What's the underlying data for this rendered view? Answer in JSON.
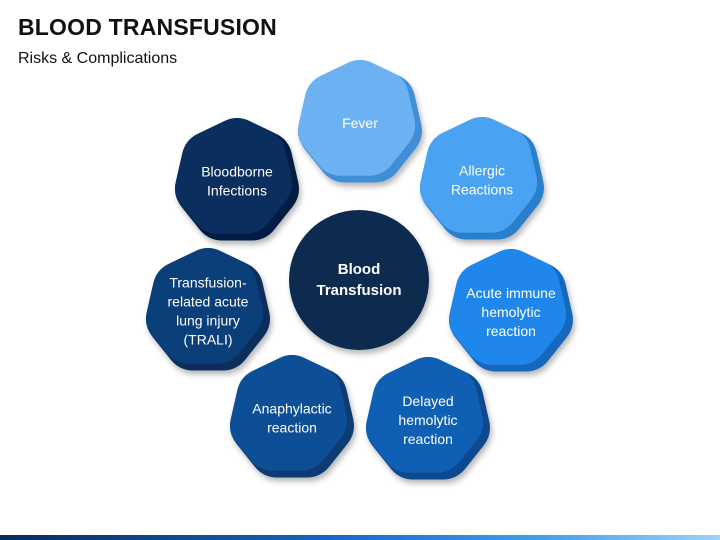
{
  "header": {
    "title": "BLOOD TRANSFUSION",
    "subtitle": "Risks & Complications"
  },
  "center": {
    "lines": [
      "Blood",
      "Transfusion"
    ],
    "color": "#0a2a50"
  },
  "nodes": [
    {
      "id": "fever",
      "lines": [
        "Fever"
      ],
      "color": "#6cb2f3",
      "edge": "#3f8fd6"
    },
    {
      "id": "allergic-reactions",
      "lines": [
        "Allergic",
        "Reactions"
      ],
      "color": "#4aa2f2",
      "edge": "#2a7fcc"
    },
    {
      "id": "acute-immune-hemolytic-reaction",
      "lines": [
        "Acute immune",
        "hemolytic",
        "reaction"
      ],
      "color": "#1f86ec",
      "edge": "#1467bd"
    },
    {
      "id": "delayed-hemolytic-reaction",
      "lines": [
        "Delayed",
        "hemolytic",
        "reaction"
      ],
      "color": "#0f5fb4",
      "edge": "#0a4a8e"
    },
    {
      "id": "anaphylactic-reaction",
      "lines": [
        "Anaphylactic",
        "reaction"
      ],
      "color": "#0d4f96",
      "edge": "#083b72"
    },
    {
      "id": "trali",
      "lines": [
        "Transfusion-",
        "related acute",
        "lung injury",
        "(TRALI)"
      ],
      "color": "#0b3f7a",
      "edge": "#072f5c"
    },
    {
      "id": "bloodborne-infections",
      "lines": [
        "Bloodborne",
        "Infections"
      ],
      "color": "#0a2f5e",
      "edge": "#061f42"
    }
  ]
}
